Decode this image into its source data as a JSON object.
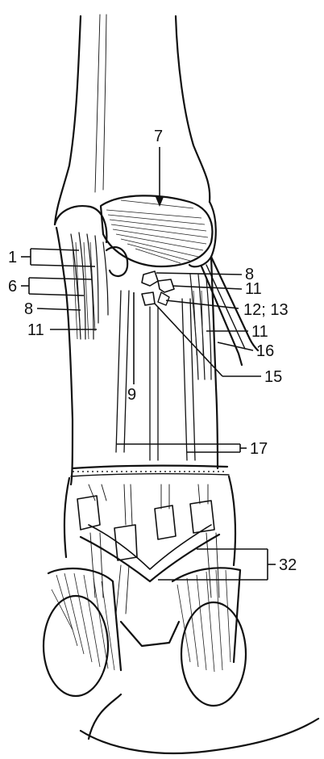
{
  "labels": {
    "l7": "7",
    "l1": "1",
    "l6": "6",
    "l8a": "8",
    "l11a": "11",
    "l8b": "8",
    "l11b": "11",
    "l12_13": "12; 13",
    "l11c": "11",
    "l16": "16",
    "l9": "9",
    "l15": "15",
    "l17": "17",
    "l32": "32"
  }
}
